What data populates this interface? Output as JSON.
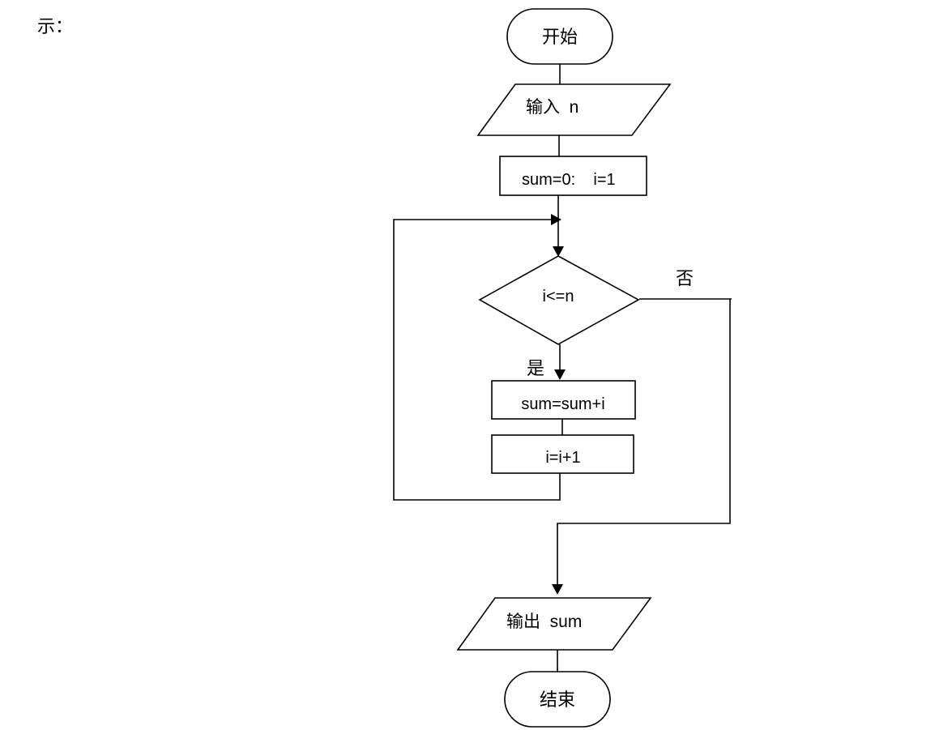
{
  "header": {
    "fragment": "示："
  },
  "flowchart": {
    "start": "开始",
    "input": "输入  n",
    "init": "sum=0:    i=1",
    "condition": "i<=n",
    "yes_label": "是",
    "no_label": "否",
    "accumulate": "sum=sum+i",
    "increment": "i=i+1",
    "output": "输出  sum",
    "end": "结束"
  }
}
